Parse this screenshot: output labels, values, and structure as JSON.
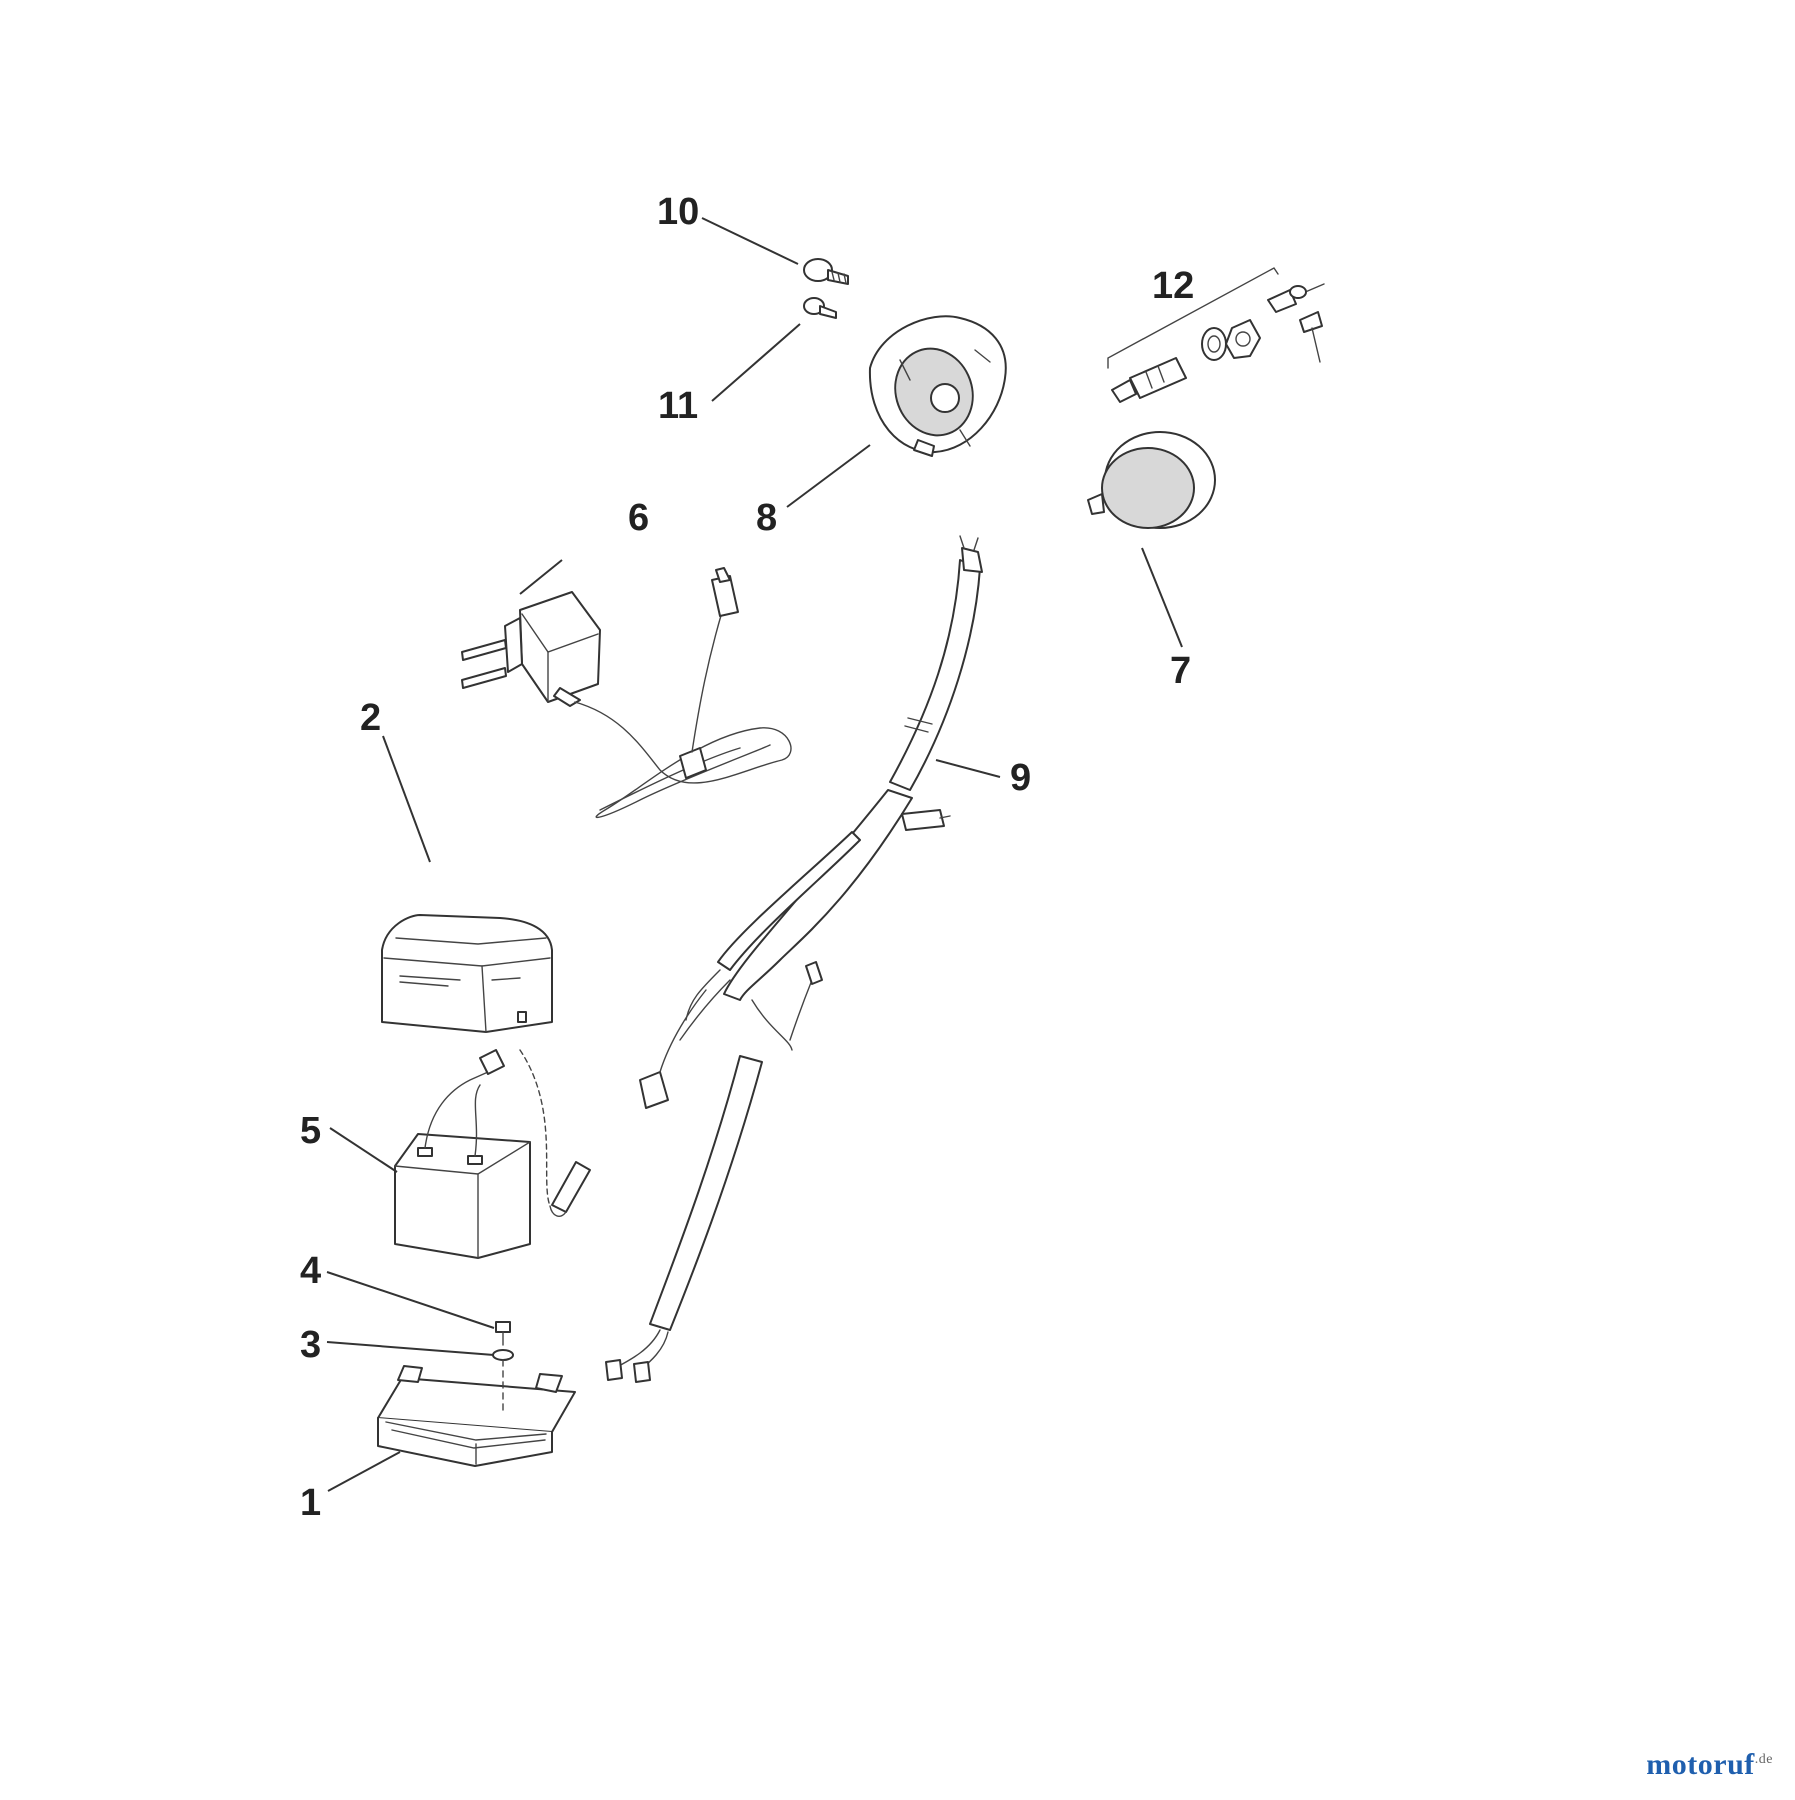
{
  "callouts": {
    "c1": "1",
    "c2": "2",
    "c3": "3",
    "c4": "4",
    "c5": "5",
    "c6": "6",
    "c7": "7",
    "c8": "8",
    "c9": "9",
    "c10": "10",
    "c11": "11",
    "c12": "12"
  },
  "watermark": {
    "brand": "motoruf",
    "tld": ".de"
  },
  "colors": {
    "line": "#333333",
    "watermark": "#1f5fae"
  }
}
